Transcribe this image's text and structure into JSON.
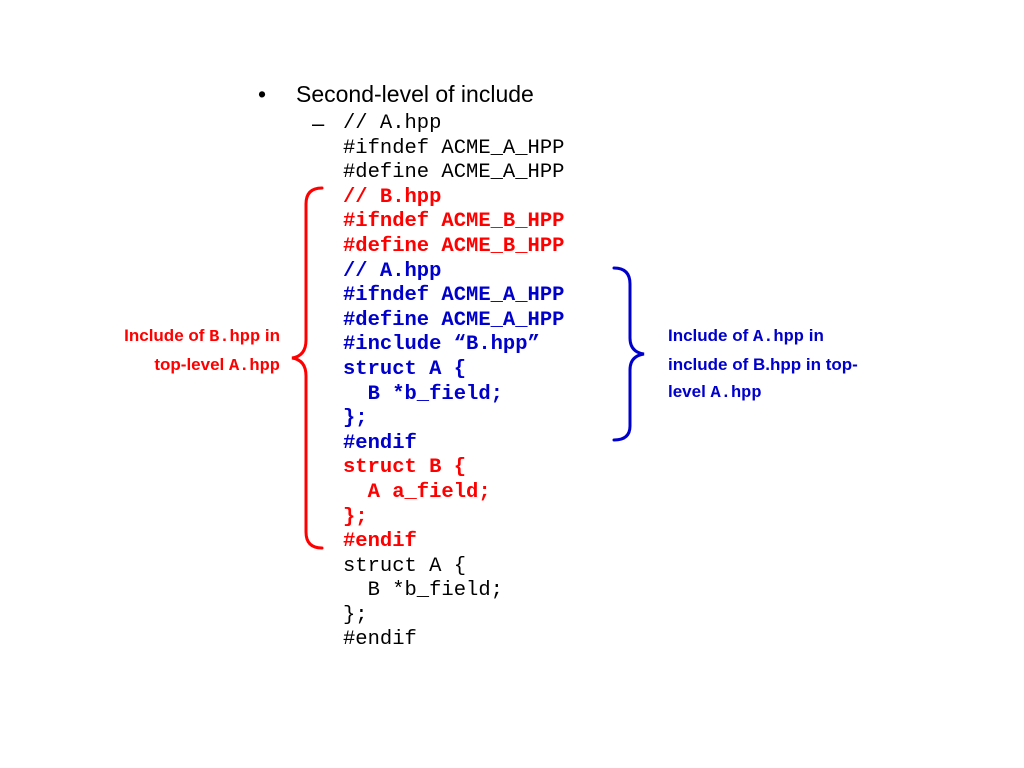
{
  "bullet": {
    "symbol": "•",
    "text": "Second-level of include"
  },
  "sub_bullet": {
    "symbol": "–"
  },
  "code_lines": [
    {
      "text": "// A.hpp",
      "style": "black"
    },
    {
      "text": "#ifndef ACME_A_HPP",
      "style": "black"
    },
    {
      "text": "#define ACME_A_HPP",
      "style": "black"
    },
    {
      "text": "// B.hpp",
      "style": "red"
    },
    {
      "text": "#ifndef ACME_B_HPP",
      "style": "red"
    },
    {
      "text": "#define ACME_B_HPP",
      "style": "red"
    },
    {
      "text": "// A.hpp",
      "style": "blue"
    },
    {
      "text": "#ifndef ACME_A_HPP",
      "style": "blue"
    },
    {
      "text": "#define ACME_A_HPP",
      "style": "blue"
    },
    {
      "text": "#include “B.hpp”",
      "style": "blue"
    },
    {
      "text": "struct A {",
      "style": "blue"
    },
    {
      "text": "  B *b_field;",
      "style": "blue"
    },
    {
      "text": "};",
      "style": "blue"
    },
    {
      "text": "#endif",
      "style": "blue"
    },
    {
      "text": "struct B {",
      "style": "red"
    },
    {
      "text": "  A a_field;",
      "style": "red"
    },
    {
      "text": "};",
      "style": "red"
    },
    {
      "text": "#endif",
      "style": "red"
    },
    {
      "text": "struct A {",
      "style": "black"
    },
    {
      "text": "  B *b_field;",
      "style": "black"
    },
    {
      "text": "};",
      "style": "black"
    },
    {
      "text": "#endif",
      "style": "black"
    }
  ],
  "left_note": {
    "part1": "Include of ",
    "code1": "B.hpp",
    "part2": " in",
    "part3": "top-level ",
    "code2": "A.hpp"
  },
  "right_note": {
    "part1": "Include of ",
    "code1": "A.hpp",
    "part2": " in",
    "part3": "include of B.hpp in top-",
    "part4": "level ",
    "code2": "A.hpp"
  },
  "colors": {
    "red": "#ff0000",
    "blue": "#0000cc",
    "text": "#000000"
  }
}
